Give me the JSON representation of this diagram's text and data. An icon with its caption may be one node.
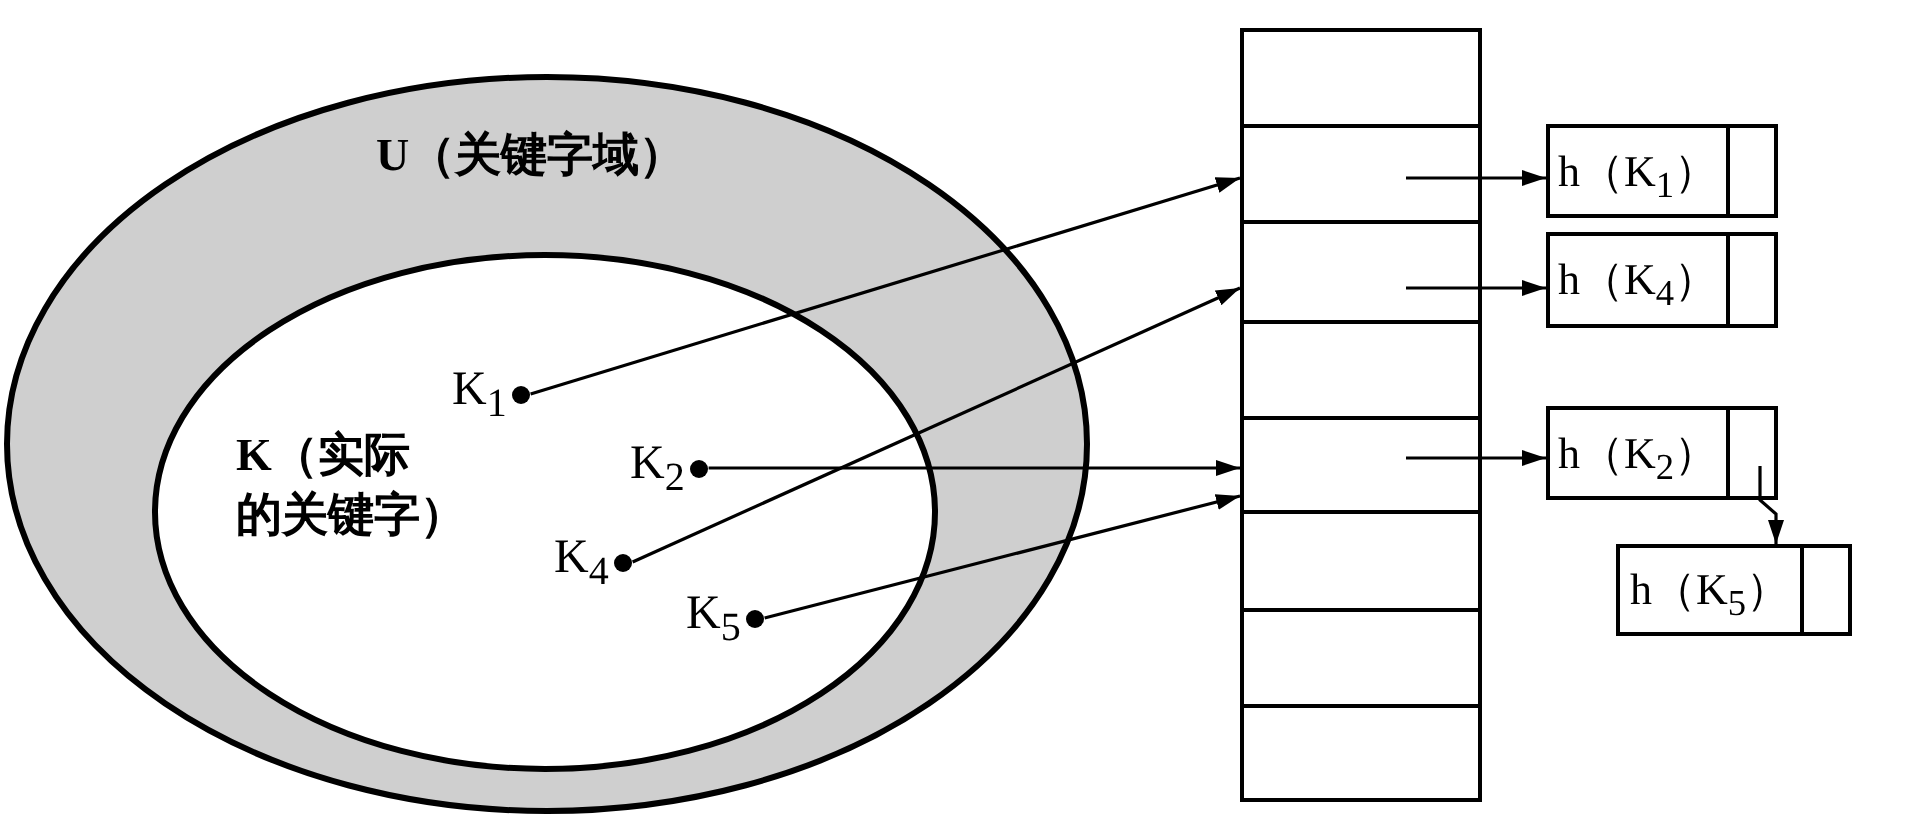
{
  "diagram": {
    "nodes": [
      {
        "text": [
          "U（关键字域）"
        ]
      },
      {
        "text": [
          "K（实际的关键字）"
        ],
        "in": 0
      },
      {
        "text": [
          "K$_{1}$"
        ],
        "in": 1
      },
      {
        "text": [
          "K$_{2}$"
        ],
        "in": 1
      },
      {
        "text": [
          "K$_{4}$"
        ],
        "in": 1
      },
      {
        "text": [
          "K$_{5}$"
        ],
        "in": 1
      },
      {
        "text": [],
        "shape": "box"
      },
      {
        "text": [],
        "shape": "box"
      },
      {
        "text": [],
        "shape": "box"
      },
      {
        "text": [],
        "shape": "box"
      },
      {
        "text": [],
        "shape": "box"
      },
      {
        "text": [],
        "shape": "box"
      },
      {
        "text": [],
        "shape": "box"
      },
      {
        "text": [],
        "shape": "box"
      },
      {
        "text": [
          "h（K$_{1}$）"
        ]
      },
      {
        "text": [
          "h（K$_{4}$）"
        ]
      },
      {
        "text": [
          "h（K$_{2}$）"
        ]
      },
      {
        "text": [
          "h（K$_{5}$）"
        ]
      }
    ],
    "edges": [
      {
        "from": 2,
        "to": 7,
        "arrow": "to"
      },
      {
        "from": 4,
        "to": 8,
        "arrow": "to"
      },
      {
        "from": 3,
        "to": 10,
        "arrow": "to"
      },
      {
        "from": 5,
        "to": 10,
        "arrow": "to"
      },
      {
        "from": 7,
        "to": 14,
        "arrow": "to"
      },
      {
        "from": 8,
        "to": 15,
        "arrow": "to"
      },
      {
        "from": 10,
        "to": 16,
        "arrow": "to"
      },
      {
        "from": 16,
        "to": 17,
        "arrow": "to"
      }
    ]
  }
}
